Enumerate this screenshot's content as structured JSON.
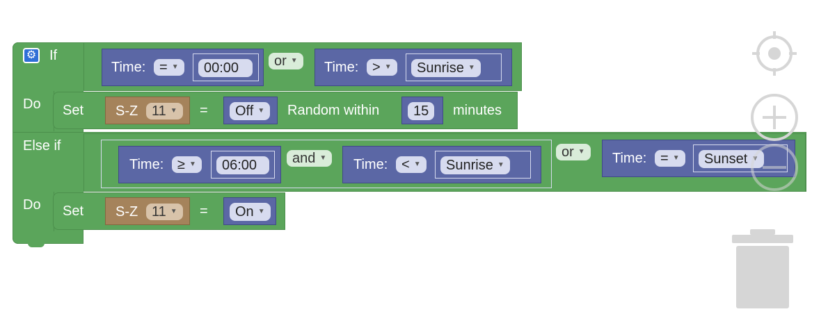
{
  "if_block": {
    "kw_if": "If",
    "kw_do1": "Do",
    "kw_elseif": "Else if",
    "kw_do2": "Do",
    "settings_icon": "gear-icon",
    "condition1": {
      "left": {
        "label": "Time:",
        "op": "=",
        "value": "00:00"
      },
      "joiner": "or",
      "right": {
        "label": "Time:",
        "op": ">",
        "value": "Sunrise"
      }
    },
    "action1": {
      "set_label": "Set",
      "device": "S-Z",
      "device_num": "11",
      "equals": "=",
      "state": "Off",
      "random_label": "Random within",
      "random_value": "15",
      "unit": "minutes"
    },
    "condition2": {
      "a": {
        "label": "Time:",
        "op": "≥",
        "value": "06:00"
      },
      "joiner_and": "and",
      "b": {
        "label": "Time:",
        "op": "<",
        "value": "Sunrise"
      },
      "joiner_or": "or",
      "c": {
        "label": "Time:",
        "op": "=",
        "value": "Sunset"
      }
    },
    "action2": {
      "set_label": "Set",
      "device": "S-Z",
      "device_num": "11",
      "equals": "=",
      "state": "On"
    }
  },
  "workspace_controls": {
    "center_icon": "crosshair-icon",
    "zoom_in_icon": "zoom-in-icon",
    "zoom_out_icon": "zoom-out-icon",
    "trash_icon": "trash-icon"
  },
  "colors": {
    "logic_green": "#5ba55b",
    "time_blue": "#5b67a5",
    "device_brown": "#a5835b",
    "control_grey": "#d6d6d6"
  }
}
